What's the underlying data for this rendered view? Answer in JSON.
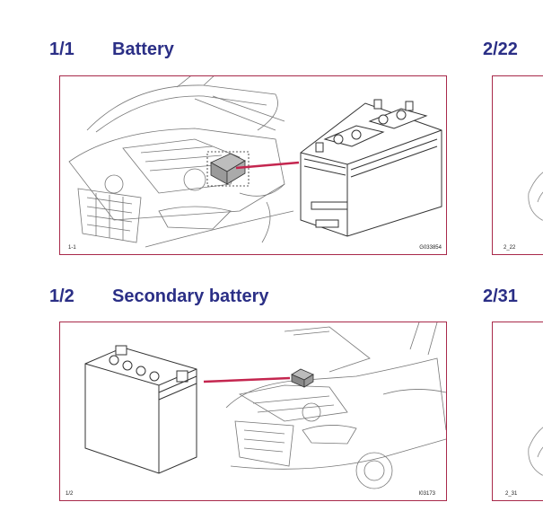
{
  "sections": [
    {
      "number": "1/1",
      "title": "Battery",
      "ref_left": "1-1",
      "ref_right": "G033854"
    },
    {
      "number": "1/2",
      "title": "Secondary battery",
      "ref_left": "1/2",
      "ref_right": "I03173"
    },
    {
      "number": "2/22",
      "ref_left": "2_22"
    },
    {
      "number": "2/31",
      "ref_left": "2_31"
    }
  ],
  "colors": {
    "heading": "#2b2f86",
    "border": "#a8294a",
    "leader": "#c4264f"
  }
}
